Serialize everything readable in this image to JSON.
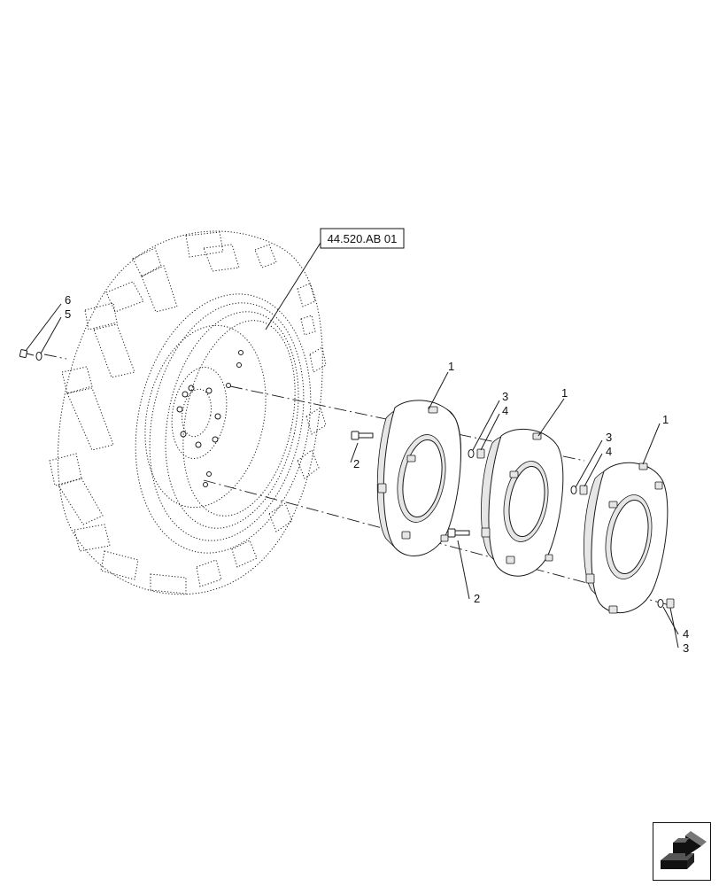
{
  "diagram": {
    "reference_label": "44.520.AB 01",
    "callouts": {
      "c6": "6",
      "c5": "5",
      "c1a": "1",
      "c1b": "1",
      "c1c": "1",
      "c2a": "2",
      "c2b": "2",
      "c3a": "3",
      "c4a": "4",
      "c3b": "3",
      "c4b": "4",
      "c4c": "4",
      "c3c": "3"
    }
  },
  "navigation": {
    "icon": "return-arrow-icon"
  }
}
